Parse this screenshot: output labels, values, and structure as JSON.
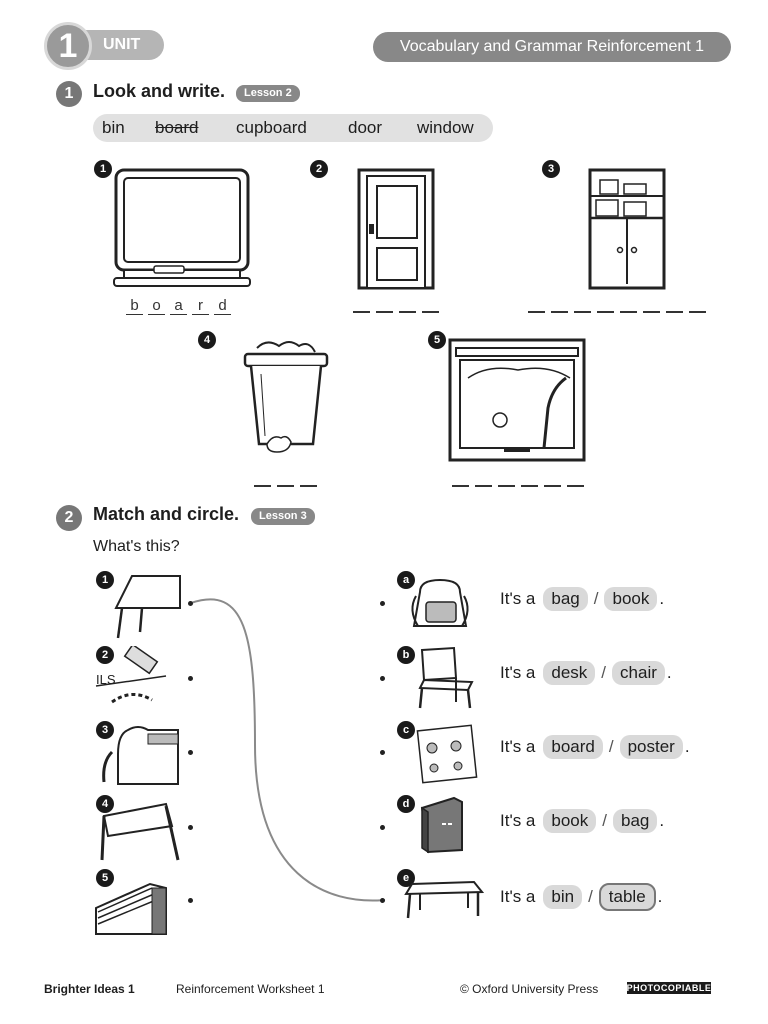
{
  "header": {
    "unit_number": "1",
    "unit_label": "UNIT",
    "title": "Vocabulary and Grammar Reinforcement 1"
  },
  "exercise1": {
    "number": "1",
    "title": "Look and write.",
    "lesson": "Lesson 2",
    "word_bank": [
      "bin",
      "board",
      "cupboard",
      "door",
      "window"
    ],
    "items": [
      {
        "num": "1",
        "picture": "board",
        "answer": [
          "b",
          "o",
          "a",
          "r",
          "d"
        ]
      },
      {
        "num": "2",
        "picture": "door",
        "blanks": 4
      },
      {
        "num": "3",
        "picture": "cupboard",
        "blanks": 8
      },
      {
        "num": "4",
        "picture": "bin",
        "blanks": 3
      },
      {
        "num": "5",
        "picture": "window",
        "blanks": 6
      }
    ]
  },
  "exercise2": {
    "number": "2",
    "title": "Match and circle.",
    "lesson": "Lesson 3",
    "question": "What's this?",
    "left_items": [
      {
        "num": "1",
        "picture": "table-corner-icon"
      },
      {
        "num": "2",
        "picture": "poster-corner-icon"
      },
      {
        "num": "3",
        "picture": "bag-corner-icon"
      },
      {
        "num": "4",
        "picture": "chair-corner-icon"
      },
      {
        "num": "5",
        "picture": "book-corner-icon"
      }
    ],
    "right_items": [
      {
        "letter": "a",
        "picture": "bag-icon",
        "prefix": "It's a",
        "option1": "bag",
        "option2": "book",
        "end": "."
      },
      {
        "letter": "b",
        "picture": "chair-icon",
        "prefix": "It's a",
        "option1": "desk",
        "option2": "chair",
        "end": "."
      },
      {
        "letter": "c",
        "picture": "poster-icon",
        "prefix": "It's a",
        "option1": "board",
        "option2": "poster",
        "end": "."
      },
      {
        "letter": "d",
        "picture": "book-icon",
        "prefix": "It's a",
        "option1": "book",
        "option2": "bag",
        "end": "."
      },
      {
        "letter": "e",
        "picture": "table-icon",
        "prefix": "It's a",
        "option1": "bin",
        "option2": "table",
        "end": ".",
        "circled": "table"
      }
    ],
    "example_match": {
      "from": "1",
      "to": "e"
    },
    "slash": "/"
  },
  "footer": {
    "book": "Brighter Ideas 1",
    "worksheet": "Reinforcement Worksheet 1",
    "copyright": "© Oxford University Press",
    "badge": "PHOTOCOPIABLE"
  },
  "colors": {
    "accent": "#888888",
    "chip": "#d9d9d9",
    "wordbank": "#e1e1e1"
  }
}
